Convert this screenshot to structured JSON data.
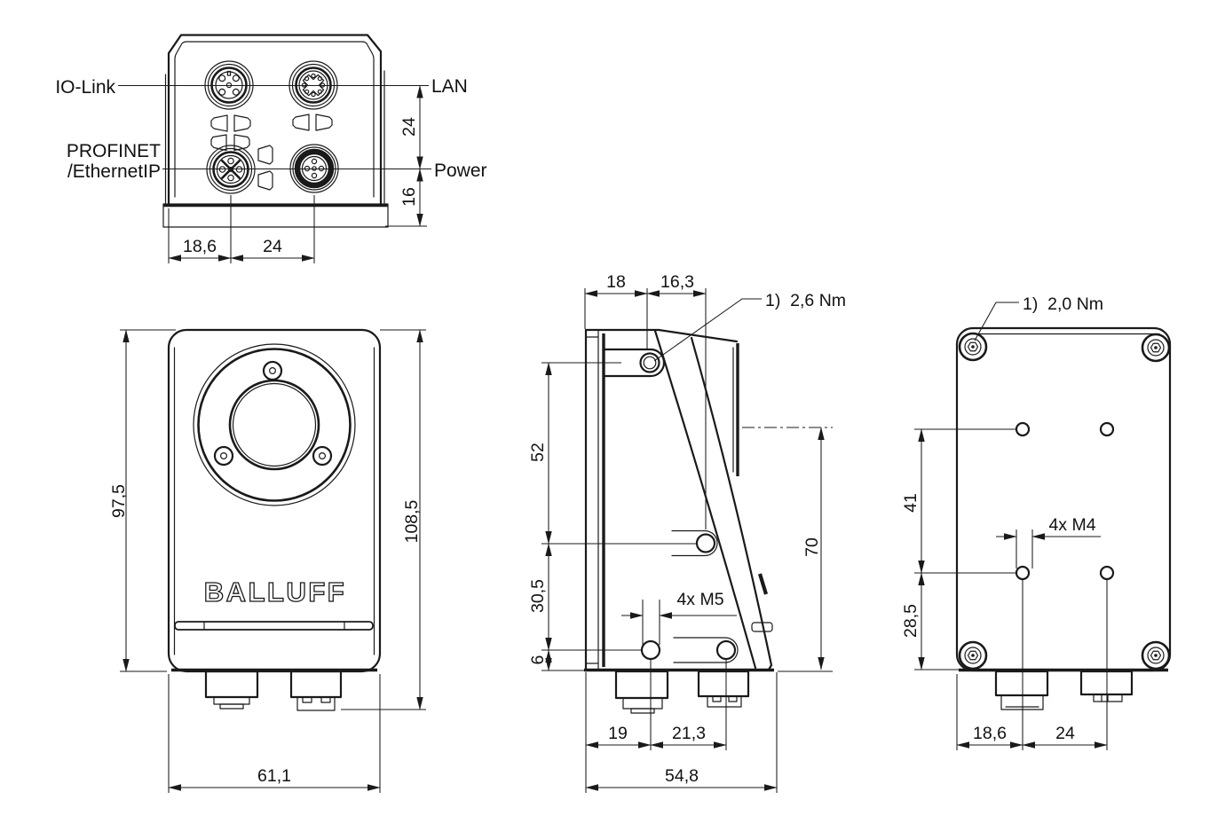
{
  "colors": {
    "background": "#ffffff",
    "line": "#1a1a1a"
  },
  "top_view": {
    "port_labels": {
      "io_link": "IO-Link",
      "lan": "LAN",
      "profinet": "PROFINET",
      "ethernet_ip": "/EthernetIP",
      "power": "Power"
    },
    "dims": {
      "lan_to_power": "24",
      "power_to_base": "16",
      "edge_to_profinet": "18,6",
      "profinet_to_power": "24"
    }
  },
  "front_view": {
    "logo": "BALLUFF",
    "dims": {
      "body_height": "97,5",
      "total_height": "108,5",
      "width": "61,1"
    }
  },
  "side_view": {
    "dims": {
      "top_depth": "18",
      "hole_offset": "16,3",
      "top_to_mid_hole": "52",
      "mid_to_bottom_hole": "30,5",
      "bottom_hole_to_base": "6",
      "axis_height": "70",
      "base_to_hole": "19",
      "hole_spacing": "21,3",
      "total_depth": "54,8"
    },
    "notes": {
      "torque": "1)  2,6 Nm",
      "thread": "4x M5"
    }
  },
  "rear_view": {
    "dims": {
      "hole_spacing_vertical": "41",
      "hole_to_base": "28,5",
      "edge_to_hole": "18,6",
      "hole_spacing_horizontal": "24"
    },
    "notes": {
      "torque": "1)  2,0 Nm",
      "thread": "4x M4"
    }
  }
}
